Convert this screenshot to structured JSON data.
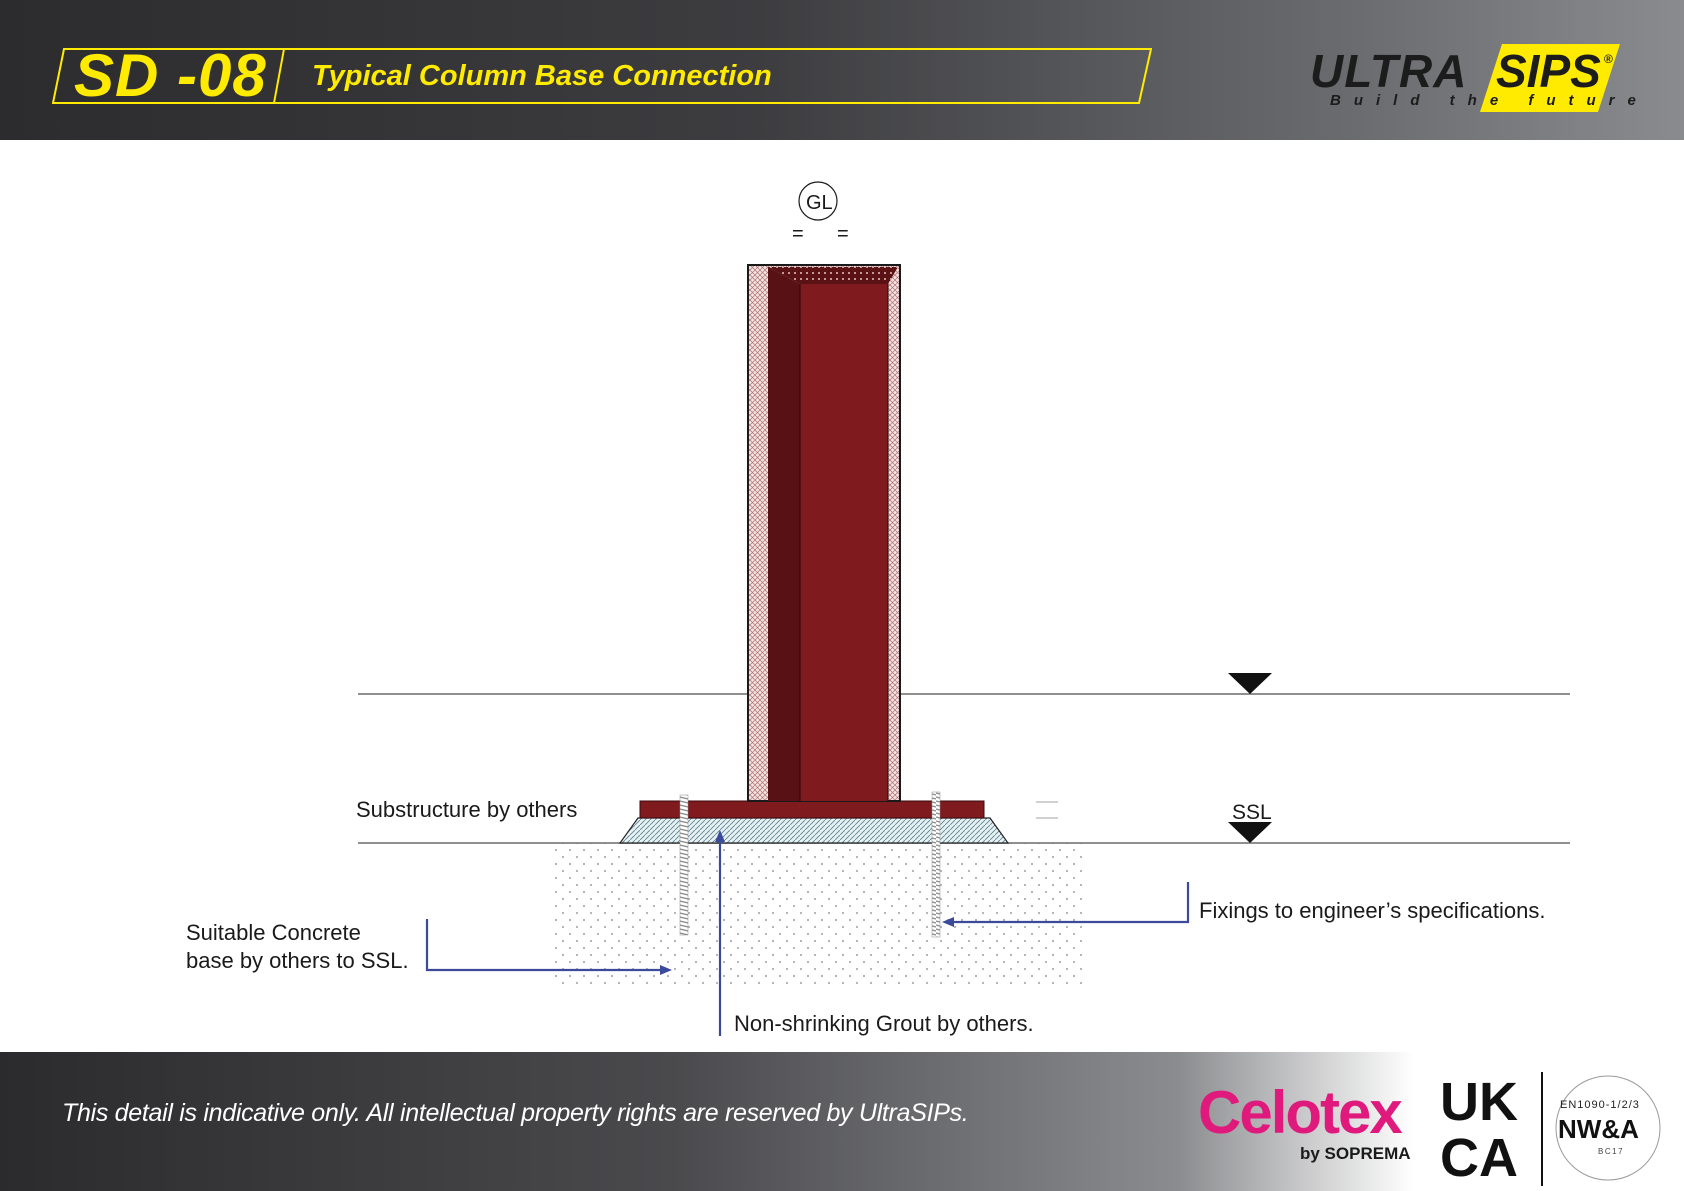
{
  "header": {
    "code": "SD -08",
    "title": "Typical Column Base Connection",
    "accent_color": "#ffeb00"
  },
  "brand": {
    "name_part1": "ULTRA",
    "name_part2": "SIPS",
    "registered": "®",
    "tagline": "Build the future"
  },
  "drawing": {
    "gridline_label": "GL",
    "equal_left": "=",
    "equal_right": "=",
    "level_label": "SSL",
    "labels": {
      "substructure": "Substructure by others",
      "concrete_line1": "Suitable Concrete",
      "concrete_line2": "base by others to SSL.",
      "grout": "Non-shrinking Grout by others.",
      "fixings": "Fixings to engineer’s specifications."
    },
    "colors": {
      "steel_column": "#7f1b1f",
      "steel_dark": "#581114",
      "leader_line": "#3b4a9a"
    }
  },
  "footer": {
    "disclaimer": "This detail is indicative only. All intellectual property rights are reserved by UltraSIPs.",
    "celotex": "Celotex",
    "celotex_by": "by SOPREMA",
    "ukca_top": "UK",
    "ukca_bottom": "CA",
    "cert_line1": "EN1090-1/2/3",
    "cert_line2": "NW&A",
    "cert_line3": "BC17"
  }
}
